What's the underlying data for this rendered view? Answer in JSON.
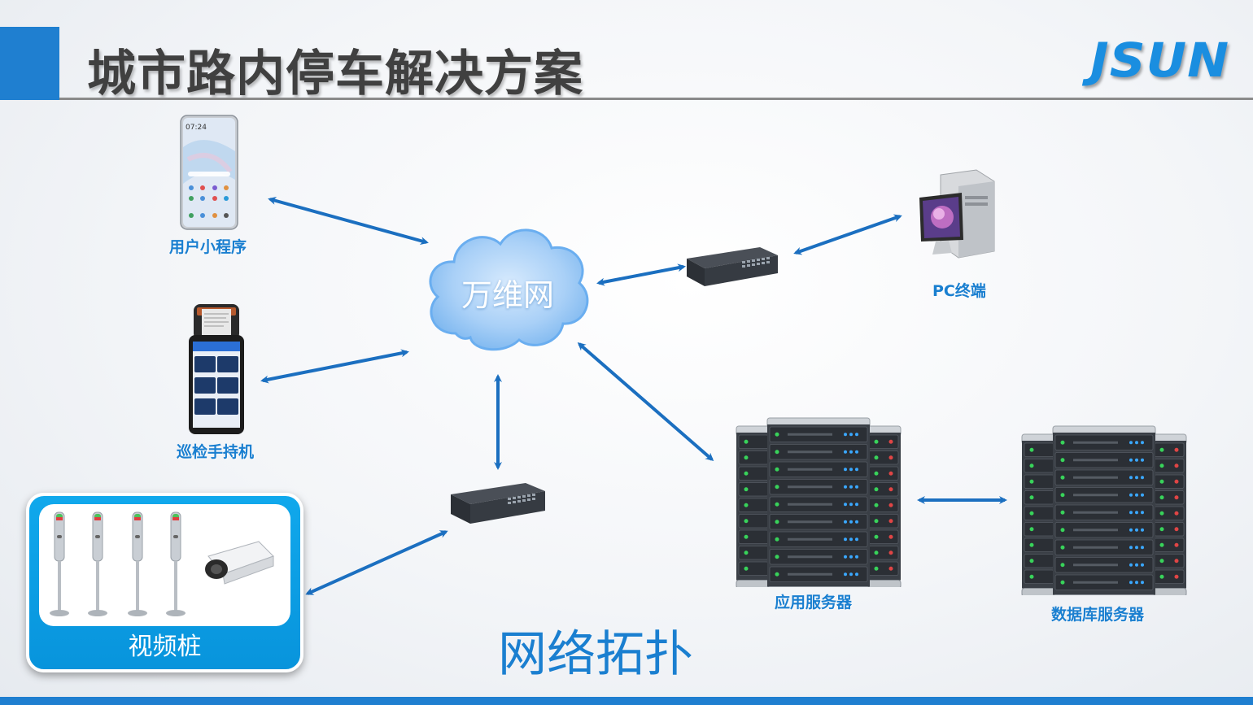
{
  "page": {
    "title": "城市路内停车解决方案",
    "logo": "JSUN",
    "caption": "网络拓扑"
  },
  "nodes": {
    "mini_program": "用户小程序",
    "handheld": "巡检手持机",
    "video_pile": "视频桩",
    "internet": "万维网",
    "pc_terminal": "PC终端",
    "app_server": "应用服务器",
    "db_server": "数据库服务器"
  },
  "phone_screen": {
    "time": "07:24"
  },
  "colors": {
    "accent": "#1f7fd0",
    "arrow": "#1b6fc0",
    "label": "#1a7fd0",
    "logo": "#1a8ee0",
    "title": "#404040"
  }
}
